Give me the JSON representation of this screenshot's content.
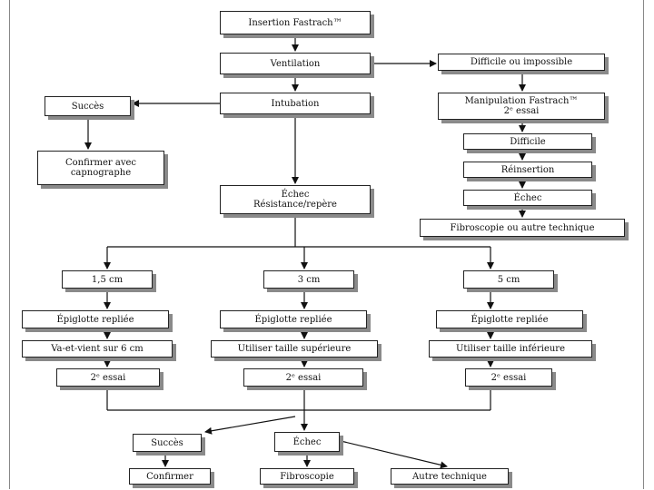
{
  "nodes": {
    "insertion": "Insertion Fastrach™",
    "ventilation": "Ventilation",
    "intubation": "Intubation",
    "difficile_ou_impossible": "Difficile ou impossible",
    "manipulation": {
      "line1": "Manipulation Fastrach™",
      "line2": "2ᵉ essai"
    },
    "difficile": "Difficile",
    "reinsertion": "Réinsertion",
    "echec_right": "Échec",
    "fibroscopie_autre": "Fibroscopie ou autre technique",
    "succes_top": "Succès",
    "confirmer_capno": {
      "line1": "Confirmer avec",
      "line2": "capnographe"
    },
    "echec_resistance": {
      "line1": "Échec",
      "line2": "Résistance/repère"
    },
    "cm_1_5": "1,5 cm",
    "cm_3": "3 cm",
    "cm_5": "5 cm",
    "epiglotte_1": "Épiglotte repliée",
    "epiglotte_2": "Épiglotte repliée",
    "epiglotte_3": "Épiglotte repliée",
    "va_et_vient": "Va-et-vient sur 6 cm",
    "taille_sup": "Utiliser taille supérieure",
    "taille_inf": "Utiliser taille inférieure",
    "essai_1": "2ᵉ essai",
    "essai_2": "2ᵉ essai",
    "essai_3": "2ᵉ essai",
    "succes_bottom": "Succès",
    "echec_bottom": "Échec",
    "confirmer": "Confirmer",
    "fibroscopie": "Fibroscopie",
    "autre_technique": "Autre technique"
  }
}
